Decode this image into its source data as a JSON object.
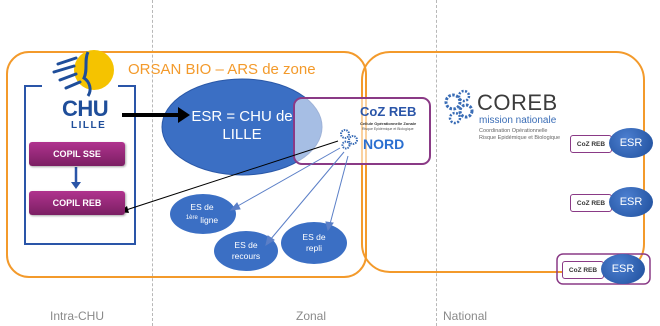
{
  "zones": {
    "zonal_title": "ORSAN BIO – ARS de zone",
    "labels": {
      "intra": "Intra-CHU",
      "zonal": "Zonal",
      "national": "National"
    }
  },
  "chu": {
    "name": "CHU",
    "city": "LILLE"
  },
  "copil": {
    "sse": "COPIL SSE",
    "reb": "COPIL REB"
  },
  "esr_main": {
    "line1": "ESR = CHU de",
    "line2": "LILLE"
  },
  "coz": {
    "title": "CoZ REB",
    "subtitle_line1": "Cellule Opérationnelle Zonale",
    "subtitle_line2": "Risque Epidémique et Biologique",
    "region": "NORD"
  },
  "es_nodes": {
    "first_line": {
      "line1": "ES de",
      "sup": "1ère",
      "line2": "ligne"
    },
    "recours": {
      "line1": "ES de",
      "line2": "recours"
    },
    "repli": {
      "line1": "ES de",
      "line2": "repli"
    }
  },
  "coreb": {
    "name": "COREB",
    "sub": "mission nationale",
    "desc1": "Coordination Opérationnelle",
    "desc2": "Risque Epidémique et Biologique"
  },
  "national_nodes": [
    {
      "tag": "CoZ REB",
      "esr": "ESR"
    },
    {
      "tag": "CoZ REB",
      "esr": "ESR"
    },
    {
      "tag": "CoZ REB",
      "esr": "ESR"
    }
  ],
  "colors": {
    "orange": "#f39a2b",
    "purple": "#8a3a86",
    "blue": "#1f4e9a",
    "ellipse_blue": "#3b6fc4",
    "copil": "#9b2a7e"
  }
}
